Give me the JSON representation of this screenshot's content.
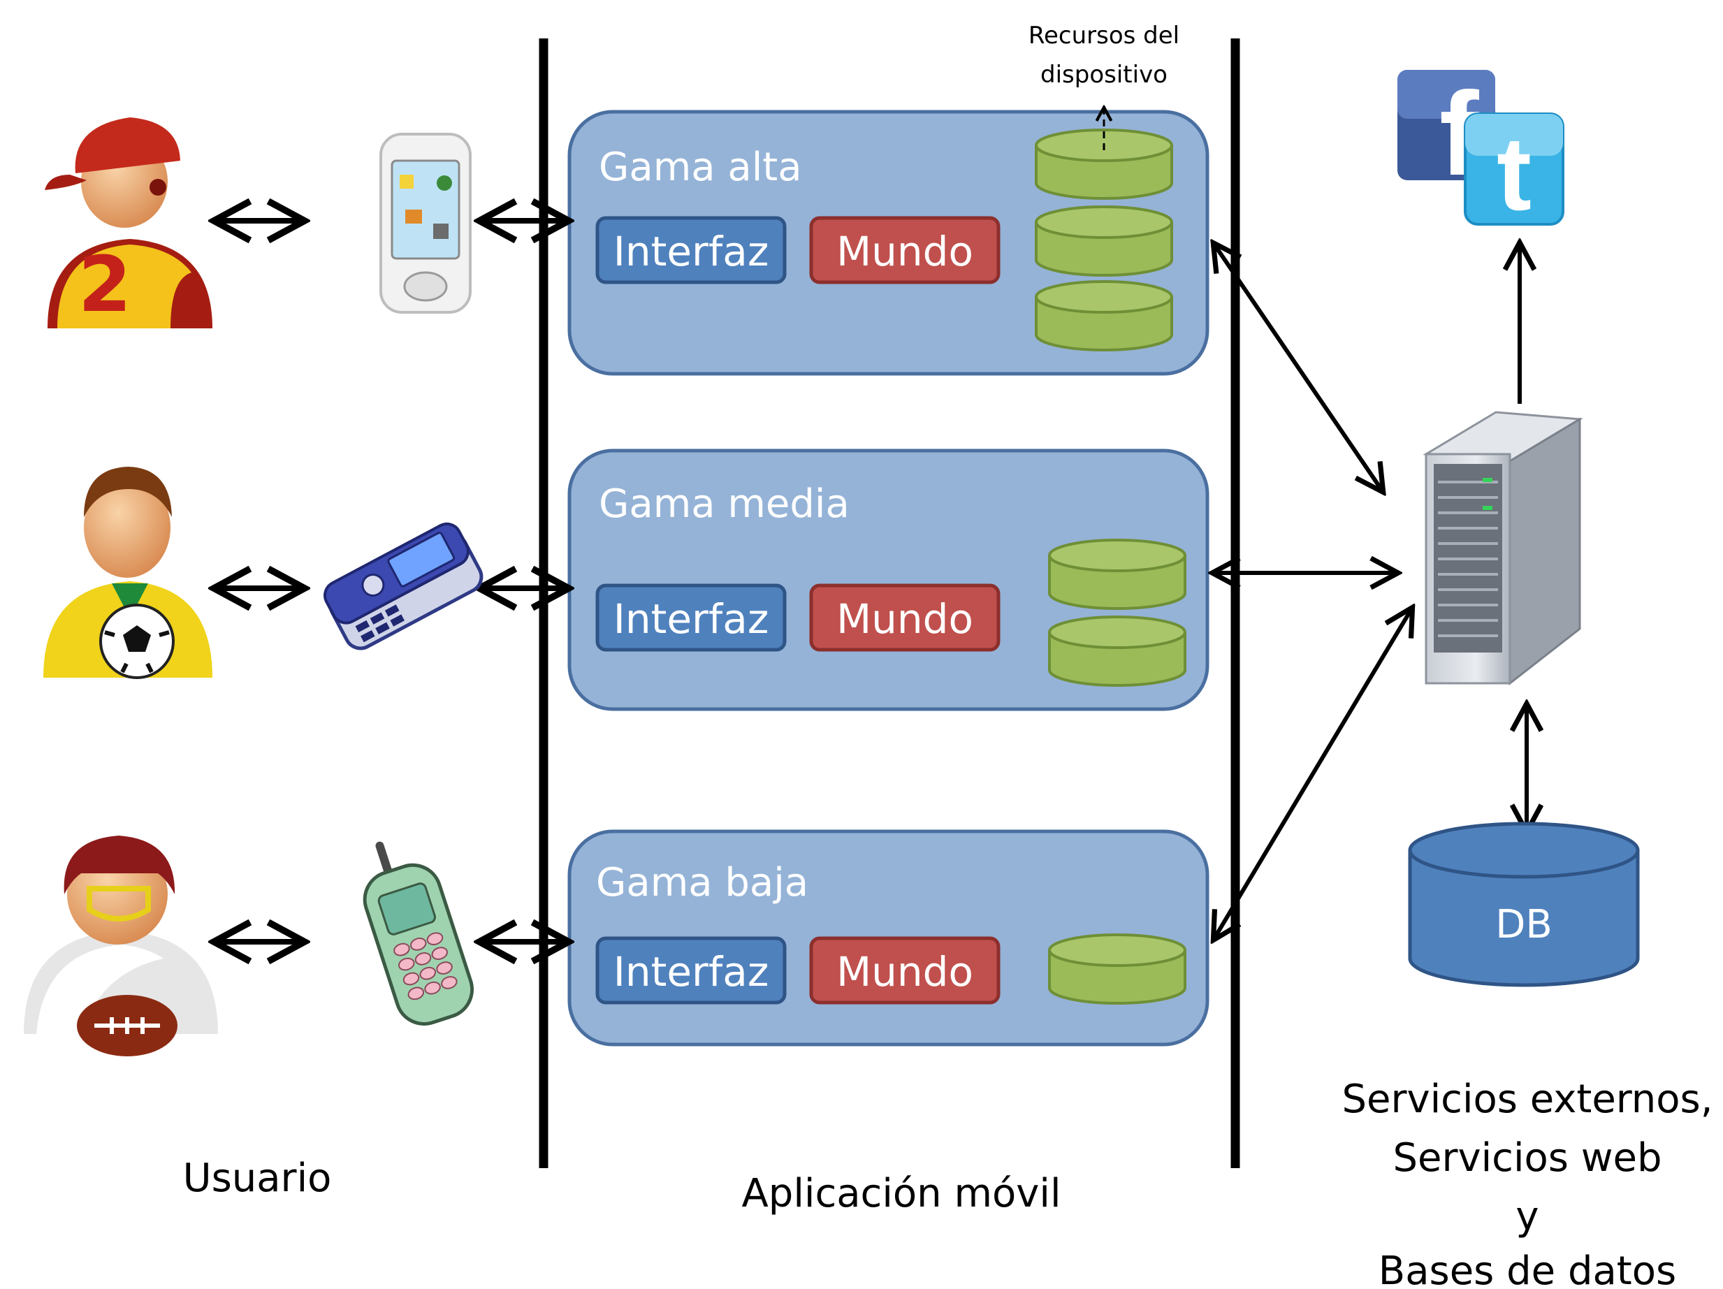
{
  "colors": {
    "panel_fill": "#95b3d7",
    "panel_stroke": "#4a6fa0",
    "interfaz_fill": "#4f81bd",
    "interfaz_stroke": "#2f5486",
    "mundo_fill": "#c0504d",
    "mundo_stroke": "#8c2f2d",
    "resource_fill": "#9bbb59",
    "resource_stroke": "#6f8f37",
    "db_fill": "#4f81bd",
    "db_stroke": "#2f5486",
    "separator": "#000000",
    "arrow": "#000000"
  },
  "resources_label": [
    "Recursos del",
    "dispositivo"
  ],
  "tiers": [
    {
      "title": "Gama alta",
      "interfaz": "Interfaz",
      "mundo": "Mundo",
      "resource_count": 3,
      "user_icon": "user-red-cap-number-2-icon",
      "phone_icon": "smartphone-icon"
    },
    {
      "title": "Gama media",
      "interfaz": "Interfaz",
      "mundo": "Mundo",
      "resource_count": 2,
      "user_icon": "user-soccer-player-icon",
      "phone_icon": "slider-phone-icon"
    },
    {
      "title": "Gama baja",
      "interfaz": "Interfaz",
      "mundo": "Mundo",
      "resource_count": 1,
      "user_icon": "user-football-player-icon",
      "phone_icon": "basic-cellphone-icon"
    }
  ],
  "db_label": "DB",
  "server_icon": "server-tower-icon",
  "social_icons": [
    "facebook-icon",
    "twitter-icon"
  ],
  "labels": {
    "usuario": "Usuario",
    "aplicacion": "Aplicación móvil",
    "servicios": [
      "Servicios externos,",
      "Servicios web",
      "y",
      "Bases de datos"
    ]
  }
}
